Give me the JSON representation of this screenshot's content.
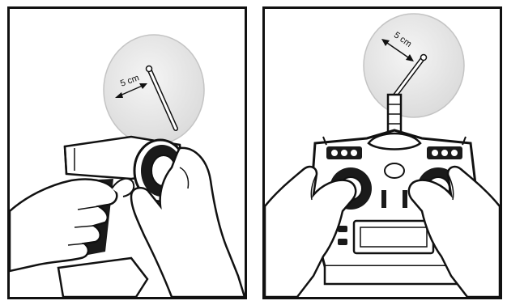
{
  "figures": [
    {
      "id": "pistol-grip-transmitter",
      "distance_label": "5 cm"
    },
    {
      "id": "stick-transmitter",
      "distance_label": "5 cm"
    }
  ],
  "colors": {
    "sphere_fill": "#e9e9e9",
    "sphere_stroke": "#bdbdbd",
    "line": "#111111",
    "dark_part": "#1a1a1a"
  }
}
